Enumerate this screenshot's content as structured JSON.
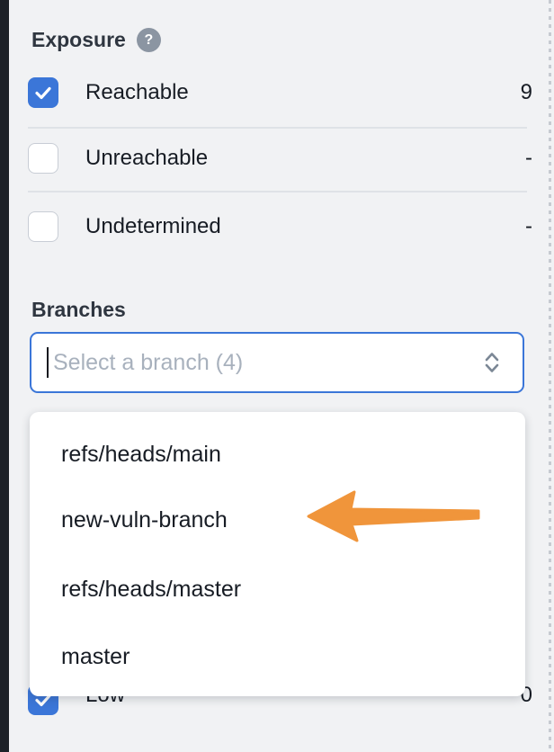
{
  "colors": {
    "accent_blue": "#3b76d8",
    "arrow_orange": "#f0953b",
    "background": "#f1f2f4"
  },
  "exposure": {
    "title": "Exposure",
    "help_icon_glyph": "?",
    "items": [
      {
        "label": "Reachable",
        "count": "9",
        "checked": true
      },
      {
        "label": "Unreachable",
        "count": "-",
        "checked": false
      },
      {
        "label": "Undetermined",
        "count": "-",
        "checked": false
      }
    ]
  },
  "branches": {
    "title": "Branches",
    "select_placeholder": "Select a branch (4)",
    "options": [
      "refs/heads/main",
      "new-vuln-branch",
      "refs/heads/master",
      "master"
    ]
  },
  "annotation": {
    "arrow_points_to": "new-vuln-branch"
  },
  "severity": {
    "visible_item": {
      "label": "Low",
      "count": "0",
      "checked": true
    }
  }
}
